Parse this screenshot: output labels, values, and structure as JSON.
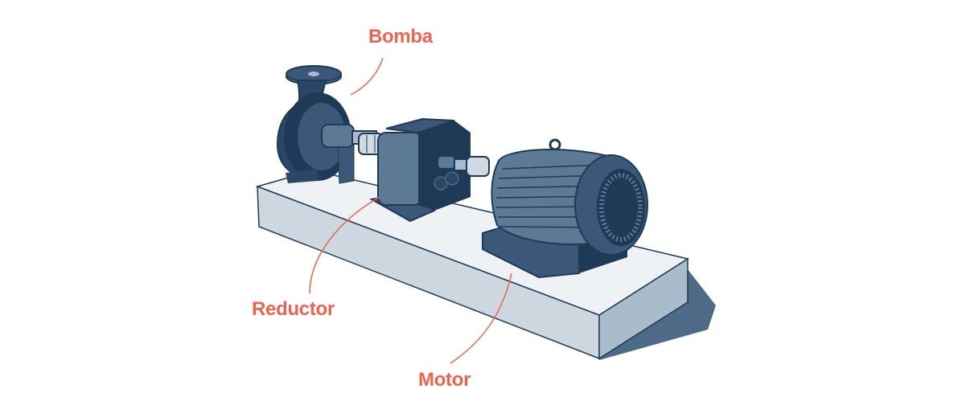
{
  "labels": {
    "pump": "Bomba",
    "reducer": "Reductor",
    "motor": "Motor"
  },
  "colors": {
    "label": "#f0634f",
    "dark_metal": "#1e3a57",
    "mid_metal": "#5d7a95",
    "light_metal": "#a9bccb",
    "base_top": "#eef2f5",
    "base_front": "#ccd7e0",
    "shadow": "#4d6b86"
  }
}
